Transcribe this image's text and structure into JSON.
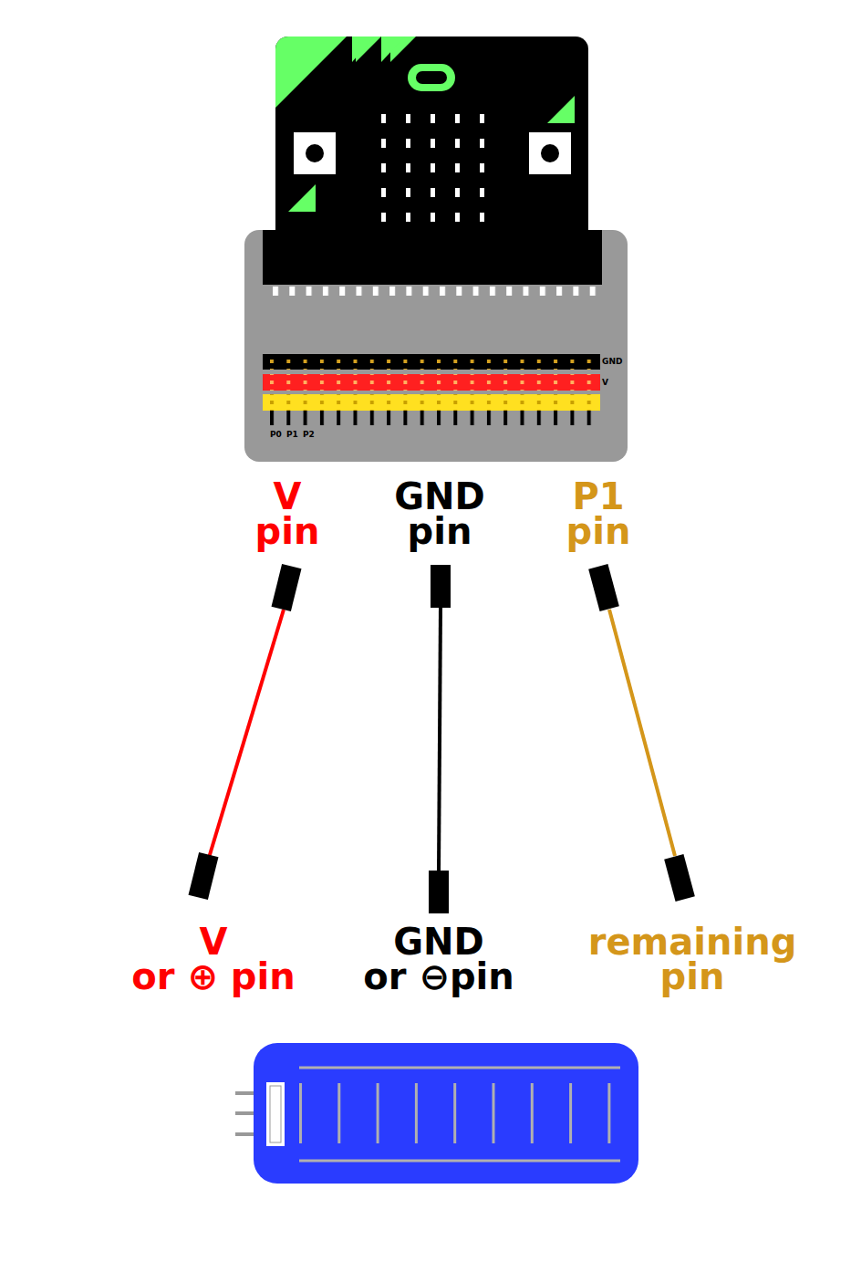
{
  "diagram": {
    "nodes": [
      {
        "text": [
          "GND",
          "V",
          "P0",
          "P1",
          "P2"
        ]
      }
    ],
    "labels": [
      "V pin",
      "GND pin",
      "P1 pin",
      "V or ⊕ pin",
      "GND or ⊖pin",
      "remaining pin"
    ]
  }
}
